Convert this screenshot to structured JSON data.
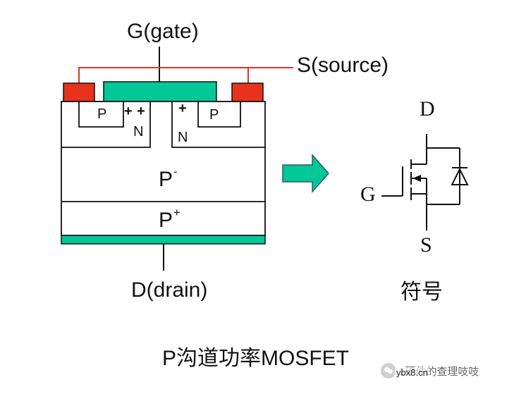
{
  "labels": {
    "gate": "G(gate)",
    "source": "S(source)",
    "drain": "D(drain)",
    "p_left": "P",
    "p_right": "P",
    "n_left": "N",
    "n_right": "N",
    "plus_left_1": "+",
    "plus_left_2": "+",
    "plus_right": "+",
    "p_minus_base": "P",
    "p_minus_sup": "-",
    "p_plus_base": "P",
    "p_plus_sup": "+"
  },
  "symbol": {
    "d": "D",
    "g": "G",
    "s": "S",
    "caption": "符号"
  },
  "title": "P沟道功率MOSFET",
  "watermark": {
    "text": "1硬件的查理吱吱",
    "site": "ybx8.cn"
  },
  "colors": {
    "gate_fill": "#00c896",
    "contact_fill": "#e8321c",
    "source_wire": "#e8321c",
    "drain_fill": "#00c896",
    "arrow_fill": "#00c896",
    "line": "#111111"
  }
}
